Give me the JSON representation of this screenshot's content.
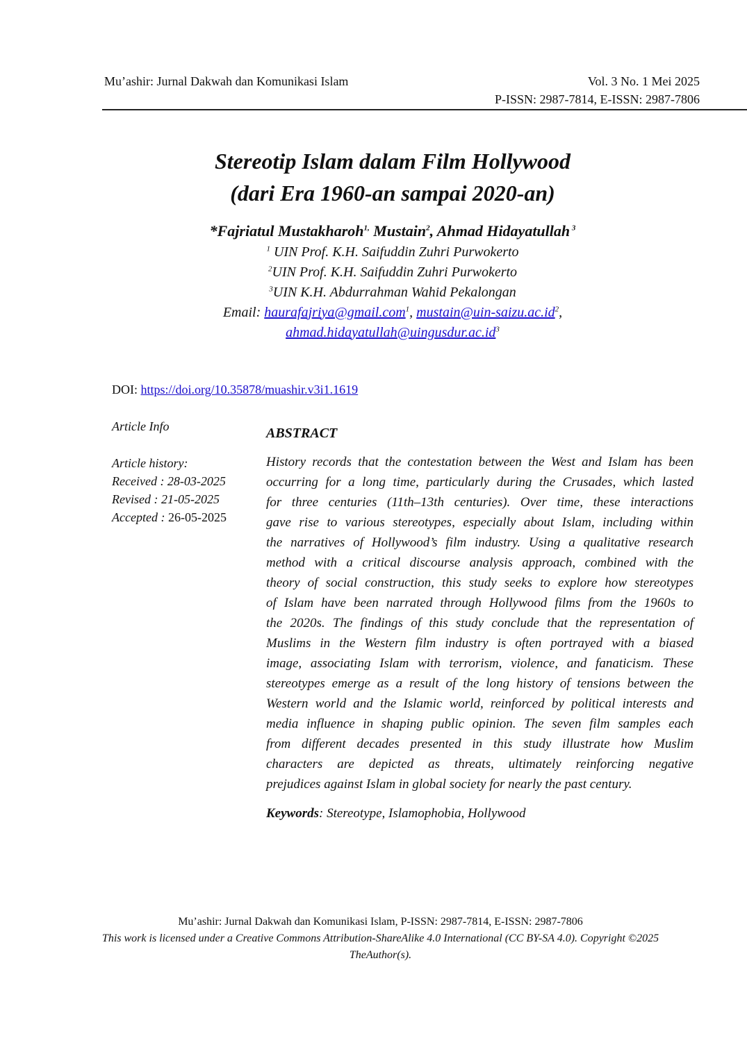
{
  "header": {
    "journal": "Mu’ashir: Jurnal Dakwah dan Komunikasi Islam",
    "volume": "Vol. 3 No. 1 Mei 2025",
    "issn": "P-ISSN: 2987-7814, E-ISSN: 2987-7806"
  },
  "title": {
    "line1": "Stereotip Islam dalam Film Hollywood",
    "line2": "(dari Era 1960-an sampai 2020-an)"
  },
  "authors": [
    {
      "name": "*Fajriatul Mustakharoh",
      "sup": "1,"
    },
    {
      "name": " Mustain",
      "sup": "2"
    },
    {
      "name": ", Ahmad Hidayatullah",
      "sup": " 3"
    }
  ],
  "affiliations": [
    {
      "sup": "1",
      "text": " UIN Prof. K.H. Saifuddin Zuhri Purwokerto"
    },
    {
      "sup": "2",
      "text": "UIN Prof. K.H. Saifuddin Zuhri Purwokerto"
    },
    {
      "sup": "3",
      "text": "UIN K.H. Abdurrahman Wahid Pekalongan"
    }
  ],
  "email": {
    "label": "Email: ",
    "items": [
      {
        "address": "haurafajriya@gmail.com",
        "sup": "1",
        "sep": ", "
      },
      {
        "address": "mustain@uin-saizu.ac.id",
        "sup": "2",
        "sep": ","
      },
      {
        "address": "ahmad.hidayatullah@uingusdur.ac.id",
        "sup": "3",
        "sep": ""
      }
    ]
  },
  "doi": {
    "label": "DOI: ",
    "link": "https://doi.org/10.35878/muashir.v3i1.1619"
  },
  "article_info": {
    "heading": "Article Info",
    "history_label": "Article history:",
    "received": "Received : 28-03-2025",
    "revised": "Revised : 21-05-2025",
    "accepted_label": "Accepted : ",
    "accepted_date": "26-05-2025"
  },
  "abstract": {
    "heading": "ABSTRACT",
    "lines": [
      "History records that the contestation between the West and Islam has been",
      "occurring for a long time, particularly during the Crusades, which lasted",
      "for three centuries (11th–13th centuries). Over time, these interactions",
      "gave rise to various stereotypes, especially about Islam, including within",
      "the narratives of Hollywood’s film industry. Using a qualitative research",
      "method with a critical discourse analysis approach, combined with the",
      "theory of social construction, this study seeks to explore how stereotypes",
      "of Islam have been narrated through Hollywood films from the 1960s to",
      "the 2020s. The findings of this study conclude that the representation of",
      "Muslims in the Western film industry is often portrayed with a biased",
      "image, associating Islam with terrorism, violence, and fanaticism. These",
      "stereotypes emerge as a result of the long history of tensions between the",
      "Western world and the Islamic world, reinforced by political interests and",
      "media influence in shaping public opinion. The seven film samples each",
      "from different decades presented in this study illustrate how Muslim",
      "characters are depicted as threats, ultimately reinforcing negative",
      "prejudices against Islam in global society for nearly the past century."
    ],
    "keywords_label": "Keywords",
    "keywords": ": Stereotype, Islamophobia, Hollywood"
  },
  "footer": {
    "line1": "Mu’ashir: Jurnal Dakwah dan Komunikasi Islam, P-ISSN: 2987-7814, E-ISSN: 2987-7806",
    "line2": "This work is licensed under a Creative Commons Attribution-ShareAlike 4.0 International (CC BY-SA 4.0). Copyright ©2025",
    "line3": "TheAuthor(s)."
  }
}
